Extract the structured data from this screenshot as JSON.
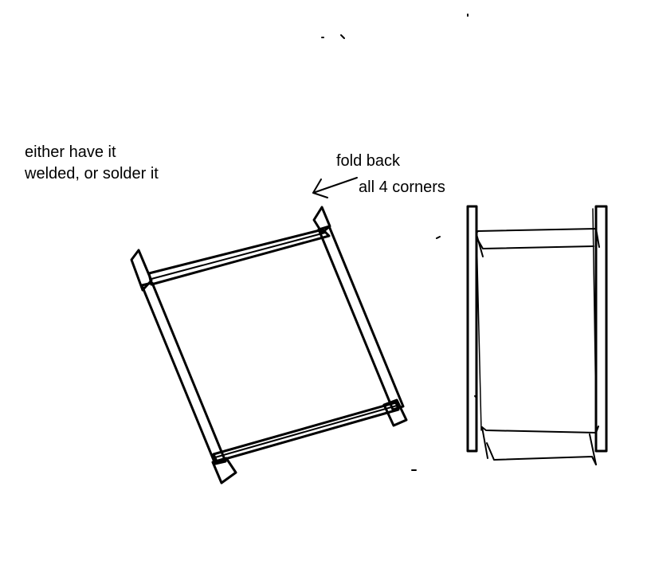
{
  "annotations": {
    "weld_note": {
      "line1": "either have it",
      "line2": "welded, or solder it"
    },
    "fold_note": {
      "line1": "fold back",
      "line2": "all 4 corners"
    }
  },
  "colors": {
    "ink": "#000000",
    "background": "#ffffff"
  }
}
